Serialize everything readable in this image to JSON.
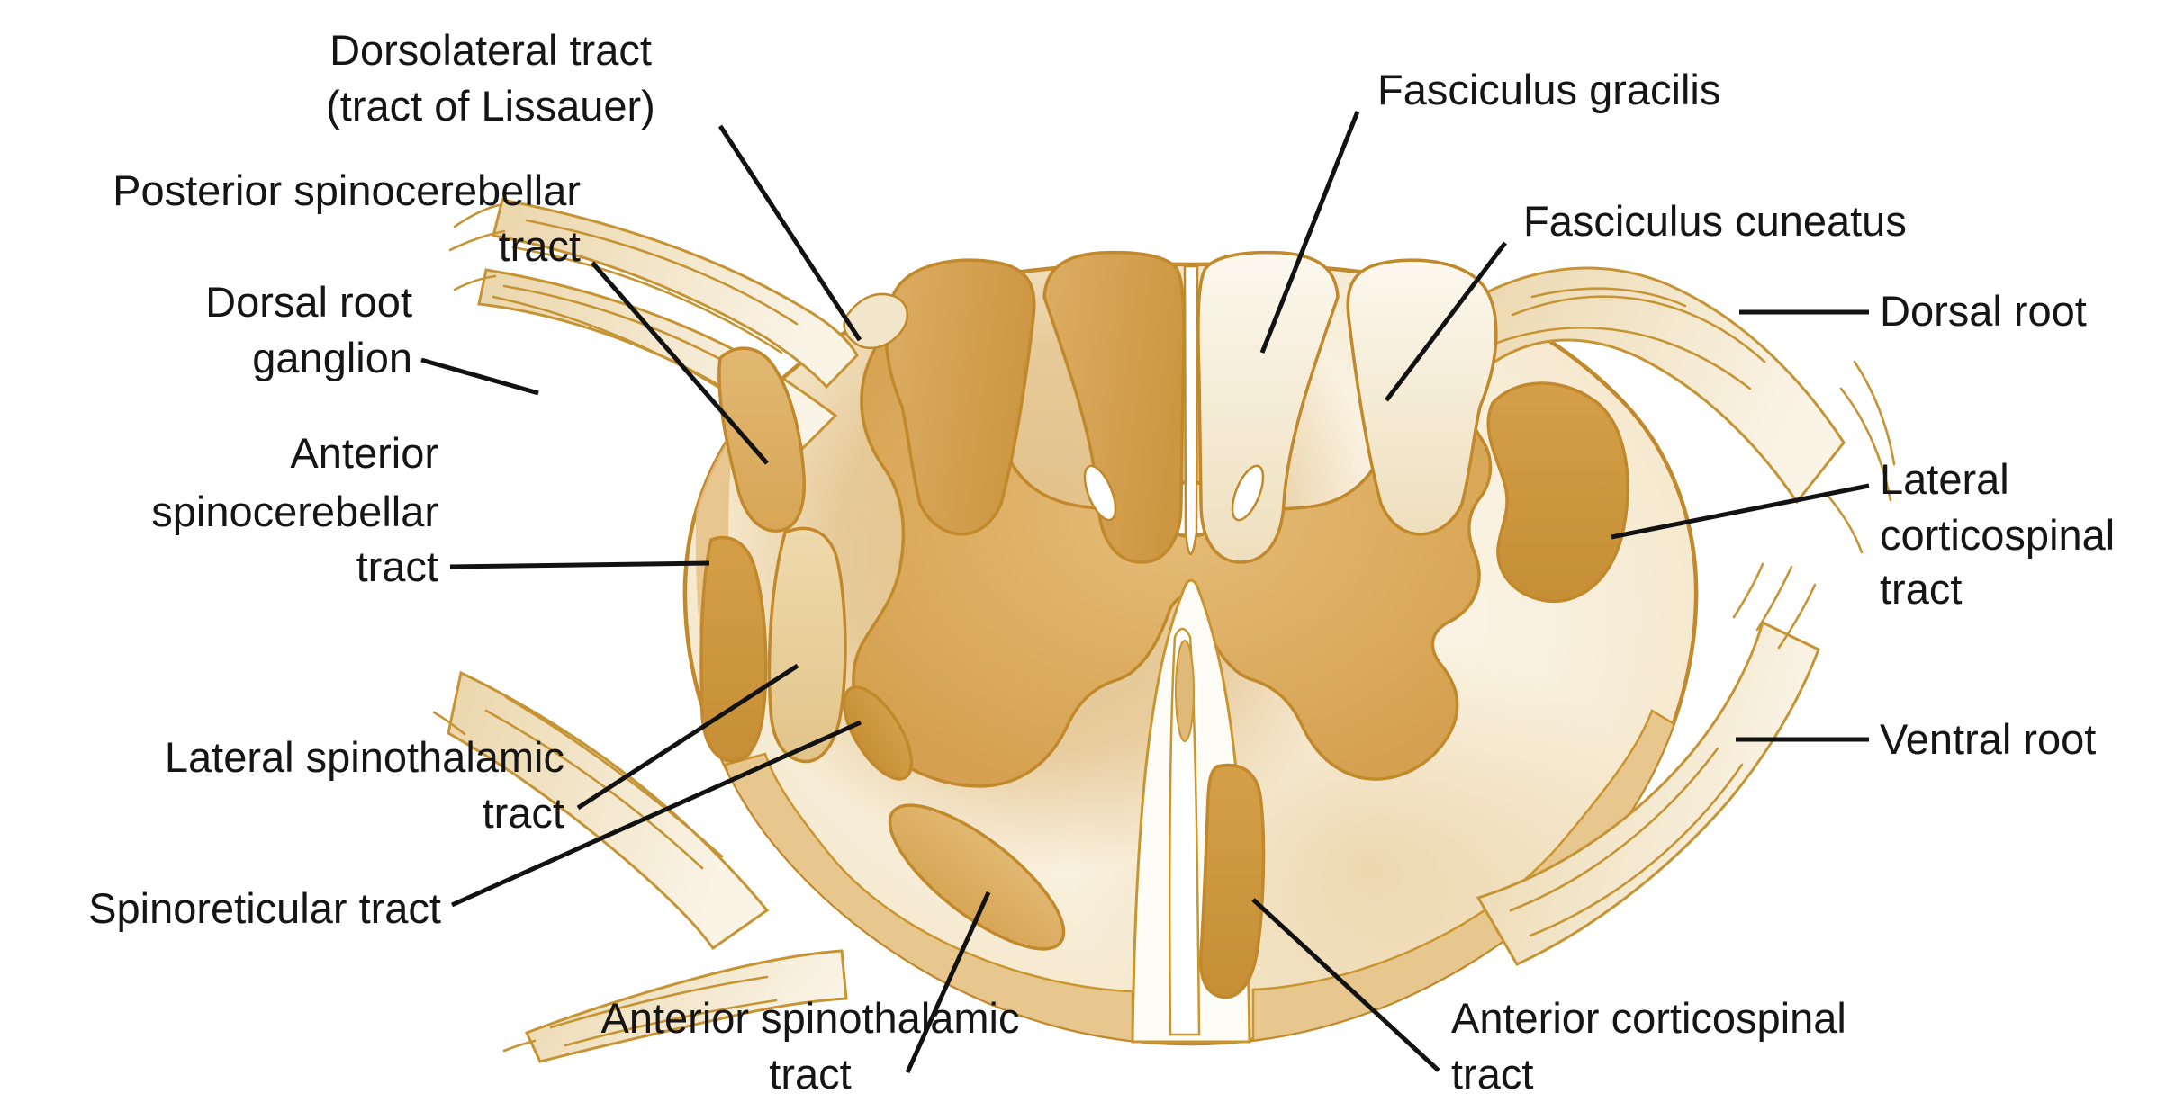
{
  "figure": {
    "type": "anatomical-diagram",
    "subject": "Spinal cord cross-section showing ascending and descending tracts, dorsal and ventral roots"
  },
  "colors": {
    "outline_gold": "#C1892C",
    "gray_matter_tan": "#DDAE61",
    "dark_tract": "#CD9742",
    "medium_tract": "#DDAE67",
    "pale_column": "#F6EEDC",
    "root_fill": "#EFDDB8",
    "leader_black": "#121212",
    "background": "#FFFFFF"
  },
  "labels": {
    "dorsolateral_line1": "Dorsolateral tract",
    "dorsolateral_line2": "(tract of Lissauer)",
    "posterior_spinocerebellar_line1": "Posterior spinocerebellar",
    "posterior_spinocerebellar_line2": "tract",
    "dorsal_root_ganglion_line1": "Dorsal root",
    "dorsal_root_ganglion_line2": "ganglion",
    "anterior_spinocerebellar_line1": "Anterior",
    "anterior_spinocerebellar_line2": "spinocerebellar",
    "anterior_spinocerebellar_line3": "tract",
    "lateral_spinothalamic_line1": "Lateral spinothalamic",
    "lateral_spinothalamic_line2": "tract",
    "spinoreticular": "Spinoreticular tract",
    "anterior_spinothalamic_line1": "Anterior spinothalamic",
    "anterior_spinothalamic_line2": "tract",
    "fasciculus_gracilis": "Fasciculus gracilis",
    "fasciculus_cuneatus": "Fasciculus cuneatus",
    "dorsal_root": "Dorsal root",
    "lateral_corticospinal_line1": "Lateral",
    "lateral_corticospinal_line2": "corticospinal",
    "lateral_corticospinal_line3": "tract",
    "ventral_root": "Ventral root",
    "anterior_corticospinal_line1": "Anterior corticospinal",
    "anterior_corticospinal_line2": "tract"
  }
}
